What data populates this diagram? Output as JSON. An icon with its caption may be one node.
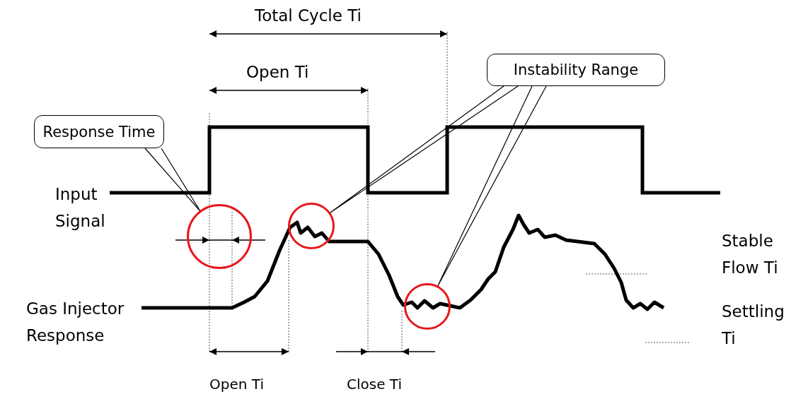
{
  "diagram": {
    "nodes": [
      {
        "text": [
          "Response Time"
        ]
      },
      {
        "text": [],
        "shape": "circle"
      },
      {
        "text": [
          "Instability Range"
        ]
      },
      {
        "text": [],
        "shape": "circle"
      },
      {
        "text": [],
        "shape": "circle"
      }
    ],
    "edges": [
      {
        "from": 0,
        "to": 1,
        "arrow": "none"
      },
      {
        "from": 2,
        "to": 3,
        "arrow": "none"
      },
      {
        "from": 2,
        "to": 4,
        "arrow": "none"
      }
    ],
    "labels": [
      "Total Cycle Ti",
      "Open Ti",
      "Input Signal",
      "Gas Injector Response",
      "Stable Flow Ti",
      "Settling Ti",
      "Open Ti",
      "Close Ti"
    ]
  }
}
